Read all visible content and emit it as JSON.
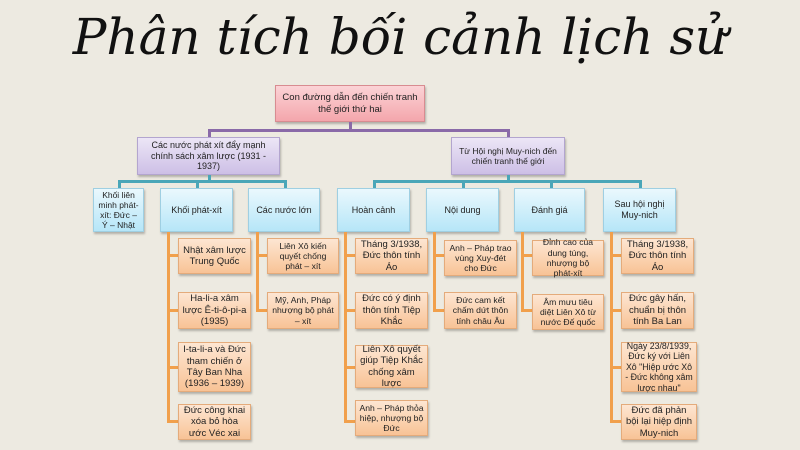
{
  "title": "Phân tích bối cảnh lịch sử",
  "root": {
    "label": "Con đường dẫn đến chiến tranh thế giới thứ hai"
  },
  "branches": [
    {
      "label": "Các nước phát xít đẩy mạnh chính sách xâm lược (1931 - 1937)",
      "children": [
        {
          "label": "Khối liên minh phát-xít: Đức – Ý – Nhật",
          "items": []
        },
        {
          "label": "Khối phát-xít",
          "items": [
            "Nhật xâm lược Trung Quốc",
            "Ha-li-a xâm lược Ê-ti-ô-pi-a (1935)",
            "I-ta-li-a và Đức tham chiến ở Tây Ban Nha (1936 – 1939)",
            "Đức công khai xóa bỏ hòa ước Véc xai"
          ]
        },
        {
          "label": "Các nước lớn",
          "items": [
            "Liên Xô kiến quyết chống phát – xít",
            "Mỹ, Anh, Pháp nhượng bộ phát – xít"
          ]
        }
      ]
    },
    {
      "label": "Từ Hội nghị Muy-nich đến chiến tranh thế giới",
      "children": [
        {
          "label": "Hoàn cảnh",
          "items": [
            "Tháng 3/1938, Đức thôn tính Áo",
            "Đức có ý định thôn tính Tiệp Khắc",
            "Liên Xô quyết giúp Tiệp Khắc chống xâm lược",
            "Anh – Pháp thỏa hiệp, nhượng bộ Đức"
          ]
        },
        {
          "label": "Nội dung",
          "items": [
            "Anh – Pháp trao vùng Xuy-đét cho Đức",
            "Đức cam kết chấm dứt thôn tính châu Âu"
          ]
        },
        {
          "label": "Đánh giá",
          "items": [
            "Đỉnh cao của dung túng, nhượng bộ phát-xít",
            "Âm mưu tiêu diệt Liên Xô từ nước Đế quốc"
          ]
        },
        {
          "label": "Sau hội nghị Muy-nich",
          "items": [
            "Tháng 3/1938, Đức thôn tính Áo",
            "Đức gây hấn, chuẩn bị thôn tính Ba Lan",
            "Ngày 23/8/1939, Đức ký với Liên Xô \"Hiệp ước Xô - Đức không xâm lược nhau\"",
            "Đức đã phản bội lại hiệp định Muy-nich"
          ]
        }
      ]
    }
  ],
  "colors": {
    "background": "#EDEAE1",
    "root": "#F4A6AC",
    "level2": "#CDBFE6",
    "level3": "#B6E6F8",
    "leaf": "#F8C396",
    "connector_purple": "#8A6AA8",
    "connector_blue": "#4AA6B8",
    "connector_orange": "#F1A04C"
  }
}
